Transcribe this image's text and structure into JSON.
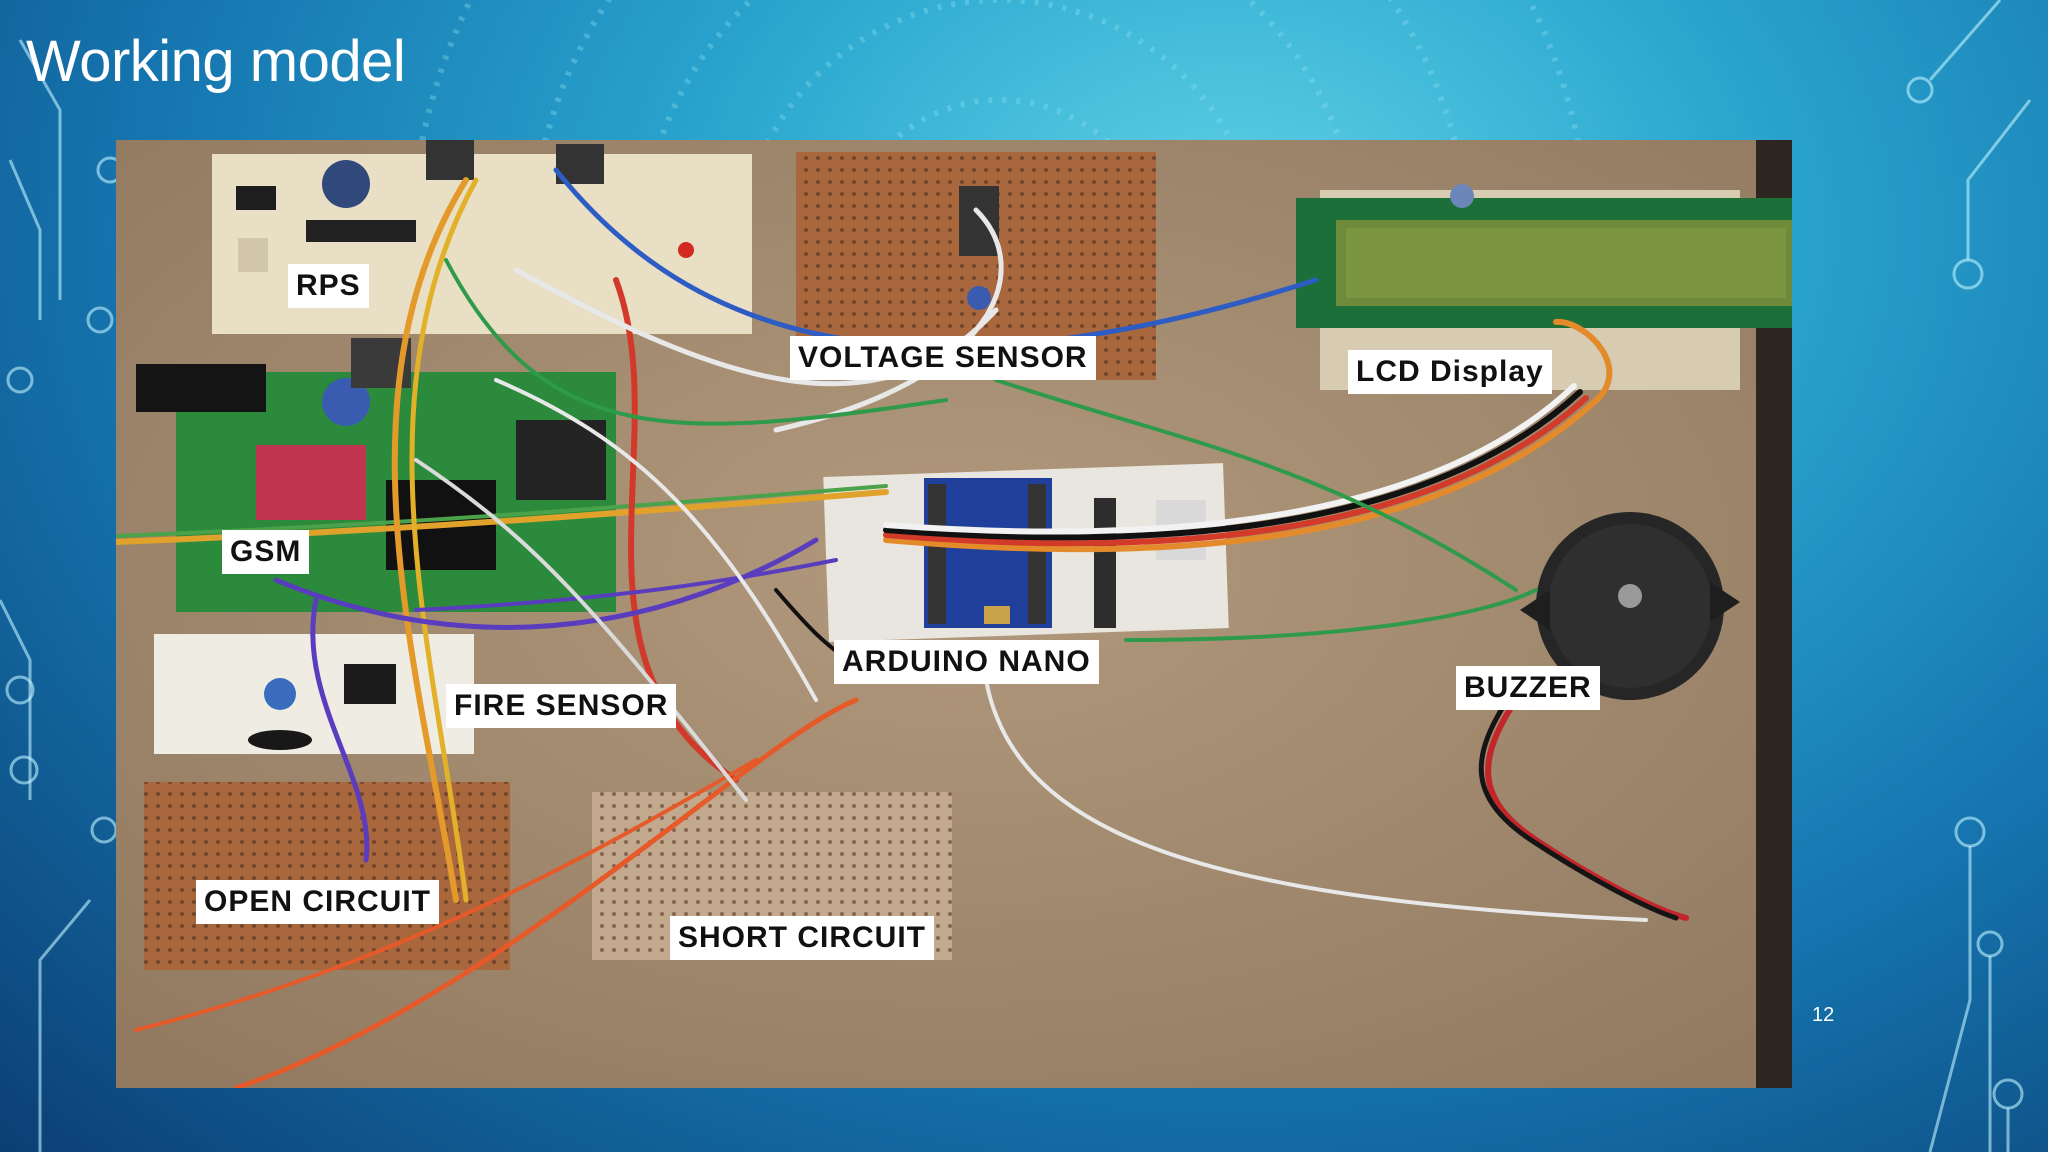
{
  "slide": {
    "title": "Working model",
    "page_number": "12"
  },
  "photo": {
    "labels": {
      "rps": "RPS",
      "voltage_sensor": "VOLTAGE SENSOR",
      "lcd_display": "LCD Display",
      "gsm": "GSM",
      "arduino_nano": "ARDUINO NANO",
      "buzzer": "BUZZER",
      "fire_sensor": "FIRE SENSOR",
      "open_circuit": "OPEN CIRCUIT",
      "short_circuit": "SHORT CIRCUIT"
    }
  },
  "colors": {
    "background": "#1676b0",
    "board_surface": "#a58c70",
    "pcb_cream": "#e8dfc4",
    "pcb_green": "#2c8a3c",
    "perfboard": "#a9673e",
    "arduino_blue": "#1f3f9a"
  }
}
